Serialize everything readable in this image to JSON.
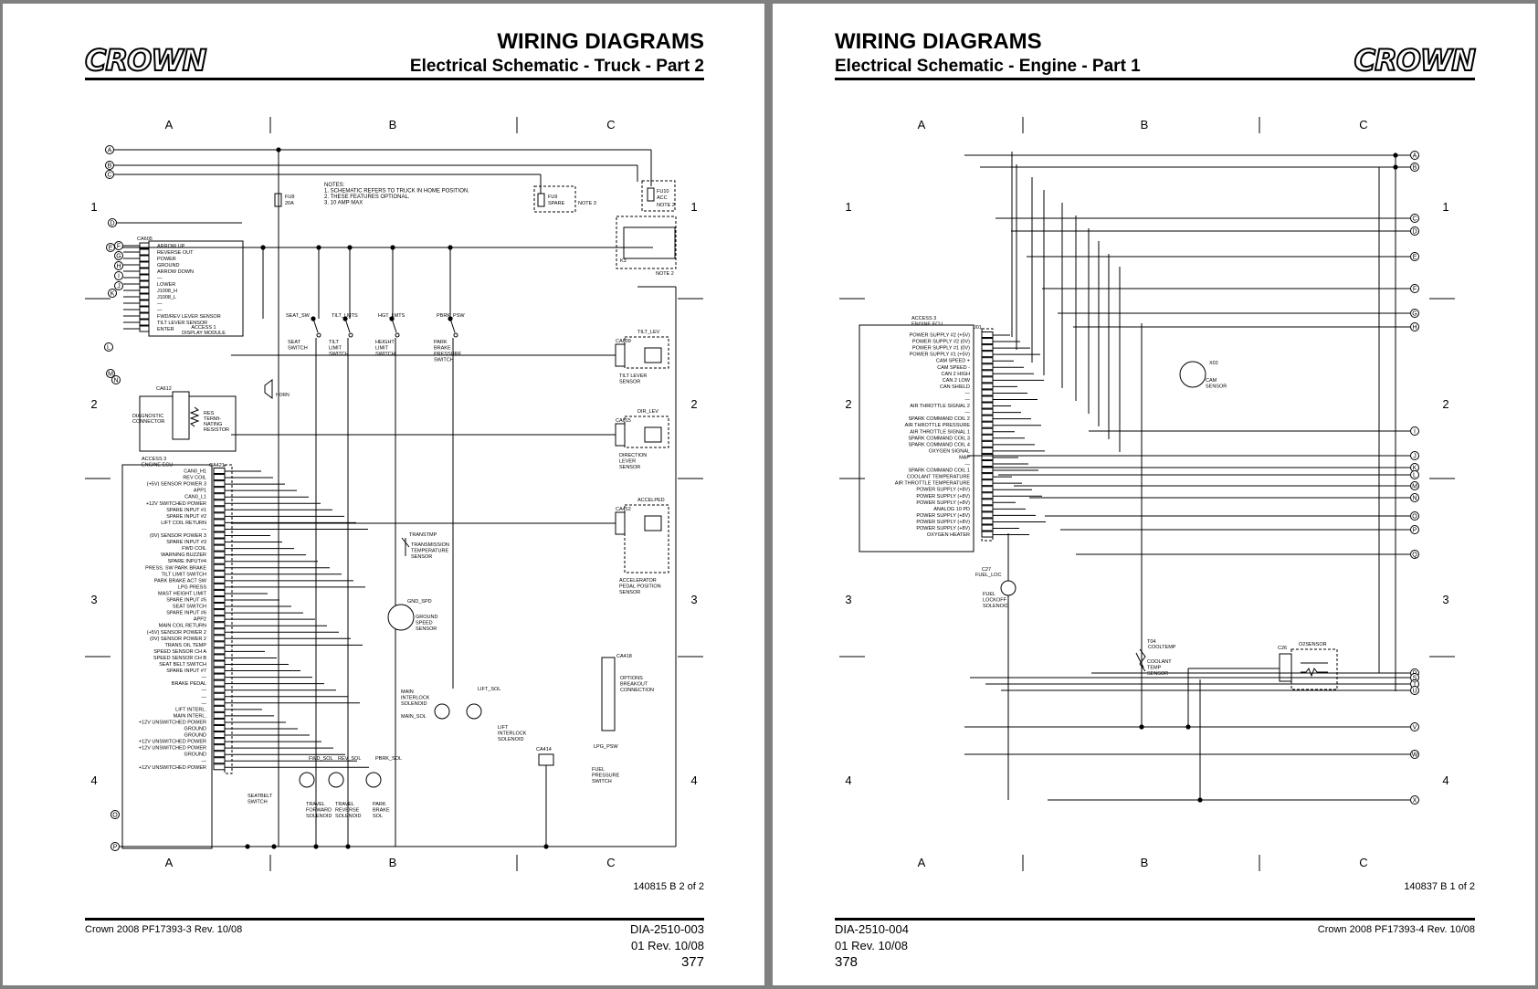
{
  "left": {
    "brand": "CROWN",
    "title": "WIRING DIAGRAMS",
    "subtitle": "Electrical Schematic - Truck - Part 2",
    "zones": [
      "A",
      "B",
      "C"
    ],
    "rows": [
      "1",
      "2",
      "3",
      "4"
    ],
    "notes": [
      "NOTES:",
      "1. SCHEMATIC REFERS TO TRUCK IN HOME POSITION.",
      "2. THESE FEATURES OPTIONAL.",
      "3. 10 AMP MAX"
    ],
    "fuses": {
      "fu8": [
        "FU8",
        "20A"
      ],
      "fu9": [
        "FU9",
        "SPARE",
        "NOTE 3"
      ],
      "fu10": [
        "FU10",
        "ACC",
        "NOTE 2"
      ],
      "relay": [
        "K3",
        "NOTE 2"
      ]
    },
    "display_module": {
      "connector": "CA605",
      "title": [
        "ACCESS 1",
        "DISPLAY MODULE"
      ],
      "pins": [
        "ARROW UP",
        "REVERSE OUT",
        "POWER",
        "GROUND",
        "ARROW DOWN",
        "—",
        "LOWER",
        "J1008_H",
        "J1008_L",
        "—",
        "—",
        "FWD/REV LEVER SENSOR",
        "TILT LEVER SENSOR",
        "ENTER"
      ]
    },
    "diag": {
      "connector": "CA612",
      "label": [
        "DIAGNOSTIC",
        "CONNECTOR"
      ],
      "resistor": [
        "RES",
        "TERMI-",
        "NATING",
        "RESISTOR"
      ],
      "horn": "HORN"
    },
    "switches": [
      {
        "id": "SEAT_SW",
        "label": [
          "SEAT",
          "SWITCH"
        ]
      },
      {
        "id": "TILT_LMTS",
        "label": [
          "TILT",
          "LIMIT",
          "SWITCH"
        ]
      },
      {
        "id": "HGT_LMTS",
        "label": [
          "HEIGHT",
          "LIMIT",
          "SWITCH"
        ]
      },
      {
        "id": "PBRK_PSW",
        "label": [
          "PARK",
          "BRAKE",
          "PRESSURE",
          "SWITCH"
        ]
      }
    ],
    "ecu": {
      "connector": "CA421",
      "title": [
        "ACCESS 3",
        "ENGINE ECU"
      ],
      "pins": [
        "CAN0_H1",
        "REV COIL",
        "(+5V) SENSOR POWER 3",
        "APP1",
        "CAN0_L1",
        "+12V SWITCHED POWER",
        "SPARE INPUT #1",
        "SPARE INPUT #2",
        "LIFT COIL RETURN",
        "—",
        "(0V) SENSOR POWER 3",
        "SPARE INPUT #3",
        "FWD COIL",
        "WARNING BUZZER",
        "SPARE INPUT#4",
        "PRESS. SW PARK BRAKE",
        "TILT LIMIT SWITCH",
        "PARK BRAKE ACT SW",
        "LPG PRESS",
        "MAST HEIGHT LIMIT",
        "SPARE INPUT #5",
        "SEAT SWITCH",
        "SPARE INPUT #6",
        "APP2",
        "MAIN COIL RETURN",
        "(+5V) SENSOR POWER 2",
        "(0V) SENSOR POWER 2",
        "TRANS OIL TEMP",
        "SPEED SENSOR CH A",
        "SPEED SENSOR CH B",
        "SEAT BELT SWITCH",
        "SPARE INPUT #7",
        "—",
        "BRAKE PEDAL",
        "—",
        "—",
        "—",
        "LIFT INTERL.",
        "MAIN INTERL.",
        "+12V UNSWITCHED POWER",
        "GROUND",
        "GROUND",
        "+12V UNSWITCHED POWER",
        "+12V UNSWITCHED POWER",
        "GROUND",
        "—",
        "+12V UNSWITCHED POWER"
      ]
    },
    "sensors": {
      "tilt": {
        "id": "TILT_LEV",
        "conn": "CA609",
        "label": [
          "TILT LEVER",
          "SENSOR"
        ]
      },
      "dir": {
        "id": "DIR_LEV",
        "conn": "CA615",
        "label": [
          "DIRECTION",
          "LEVER",
          "SENSOR"
        ]
      },
      "accel": {
        "id": "ACCELPED",
        "conn": "CA412",
        "label": [
          "ACCELERATOR",
          "PEDAL POSITION",
          "SENSOR"
        ]
      },
      "trans": {
        "id": "TRANSTMP",
        "label": [
          "TRANSMISSION",
          "TEMPERATURE",
          "SENSOR"
        ]
      },
      "gnd": {
        "id": "GND_SPD",
        "label": [
          "GROUND",
          "SPEED",
          "SENSOR"
        ]
      },
      "options": {
        "conn": "CA418",
        "label": [
          "OPTIONS",
          "BREAKOUT",
          "CONNECTION"
        ]
      },
      "main_sol": {
        "id": "MAIN_SOL",
        "label": [
          "MAIN",
          "INTERLOCK",
          "SOLENOID"
        ]
      },
      "lift_sol": {
        "id": "LIFT_SOL",
        "label": [
          "LIFT",
          "INTERLOCK",
          "SOLENOID"
        ]
      },
      "lpg": {
        "id": "LPG_PSW",
        "conn": "CA414",
        "label": [
          "FUEL",
          "PRESSURE",
          "SWITCH"
        ]
      },
      "seatbelt": {
        "id": "SEATBELT",
        "label": [
          "SEATBELT",
          "SWITCH"
        ]
      },
      "fwd": {
        "id": "FWD_SOL",
        "label": [
          "TRAVEL",
          "FORWARD",
          "SOLENOID"
        ]
      },
      "rev": {
        "id": "REV_SOL",
        "label": [
          "TRAVEL",
          "REVERSE",
          "SOLENOID"
        ]
      },
      "pbrk": {
        "id": "PBRK_SOL",
        "label": [
          "PARK",
          "BRAKE",
          "SOL"
        ]
      }
    },
    "bus_letters": [
      "A",
      "B",
      "C",
      "D",
      "E",
      "F",
      "G",
      "H",
      "I",
      "J",
      "K",
      "L",
      "M",
      "N",
      "O",
      "P"
    ],
    "drawing_no": "140815 B 2 of 2",
    "footer_left": "Crown 2008 PF17393-3 Rev. 10/08",
    "doc_no": "DIA-2510-003",
    "rev": "01 Rev. 10/08",
    "page": "377"
  },
  "right": {
    "brand": "CROWN",
    "title": "WIRING DIAGRAMS",
    "subtitle": "Electrical Schematic - Engine - Part 1",
    "zones": [
      "A",
      "B",
      "C"
    ],
    "rows": [
      "1",
      "2",
      "3",
      "4"
    ],
    "ecu": {
      "connector": "J01",
      "title": [
        "ACCESS 3",
        "ENGINE ECU"
      ],
      "pins": [
        "POWER SUPPLY #2 (+5V)",
        "POWER SUPPLY #2 (0V)",
        "POWER SUPPLY #1 (0V)",
        "POWER SUPPLY #1 (+5V)",
        "CAM SPEED +",
        "CAM SPEED -",
        "CAN 2 HIGH",
        "CAN 2 LOW",
        "CAN SHIELD",
        "—",
        "—",
        "AIR THROTTLE SIGNAL 2",
        "—",
        "SPARK COMMAND COIL 2",
        "AIR THROTTLE PRESSURE",
        "AIR THROTTLE SIGNAL 1",
        "SPARK COMMAND COIL 3",
        "SPARK COMMAND COIL 4",
        "OXYGEN SIGNAL",
        "MAP",
        "—",
        "SPARK COMMAND COIL 1",
        "COOLANT TEMPERATURE",
        "AIR THROTTLE TEMPERATURE",
        "POWER SUPPLY (+8V)",
        "POWER SUPPLY (+8V)",
        "POWER SUPPLY (+8V)",
        "ANALOG 10 PD",
        "POWER SUPPLY (+8V)",
        "POWER SUPPLY (+8V)",
        "POWER SUPPLY (+8V)",
        "OXYGEN HEATER"
      ]
    },
    "cam": {
      "id": "X02",
      "label": [
        "CAM",
        "SENSOR"
      ]
    },
    "fuel": {
      "id": "C27",
      "sub": "FUEL_LOC",
      "label": [
        "FUEL",
        "LOCKOFF",
        "SOLENOID"
      ]
    },
    "coolant": {
      "id": "T04",
      "sub": "COOLTEMP",
      "label": [
        "COOLANT",
        "TEMP",
        "SENSOR"
      ]
    },
    "o2": {
      "id": "C26",
      "sub": "O2SENSOR"
    },
    "bus_letters": [
      "A",
      "B",
      "C",
      "D",
      "E",
      "F",
      "G",
      "H",
      "I",
      "J",
      "K",
      "L",
      "M",
      "N",
      "O",
      "P",
      "Q",
      "R",
      "S",
      "T",
      "U",
      "V",
      "W",
      "X"
    ],
    "drawing_no": "140837 B 1 of 2",
    "footer_right": "Crown 2008 PF17393-4 Rev. 10/08",
    "doc_no": "DIA-2510-004",
    "rev": "01 Rev. 10/08",
    "page": "378"
  }
}
